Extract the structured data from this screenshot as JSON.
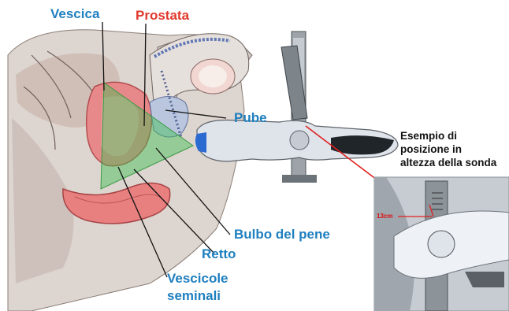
{
  "labels": {
    "vescica": "Vescica",
    "prostata": "Prostata",
    "pube": "Pube",
    "bulbo": "Bulbo del pene",
    "retto": "Retto",
    "vescicole_line1": "Vescicole",
    "vescicole_line2": "seminali",
    "esempio_line1": "Esempio di",
    "esempio_line2": "posizione in",
    "esempio_line3": "altezza della sonda",
    "inset_measure": "13cm"
  },
  "colors": {
    "label_blue": "#1f7fbf",
    "label_red": "#e0382c",
    "label_black": "#111111",
    "probe_zone_green": "#3fbf4f",
    "indicator_red": "#e02020"
  },
  "icons": {
    "probe": "ultrasound-probe",
    "stepper": "stepper-stand"
  }
}
